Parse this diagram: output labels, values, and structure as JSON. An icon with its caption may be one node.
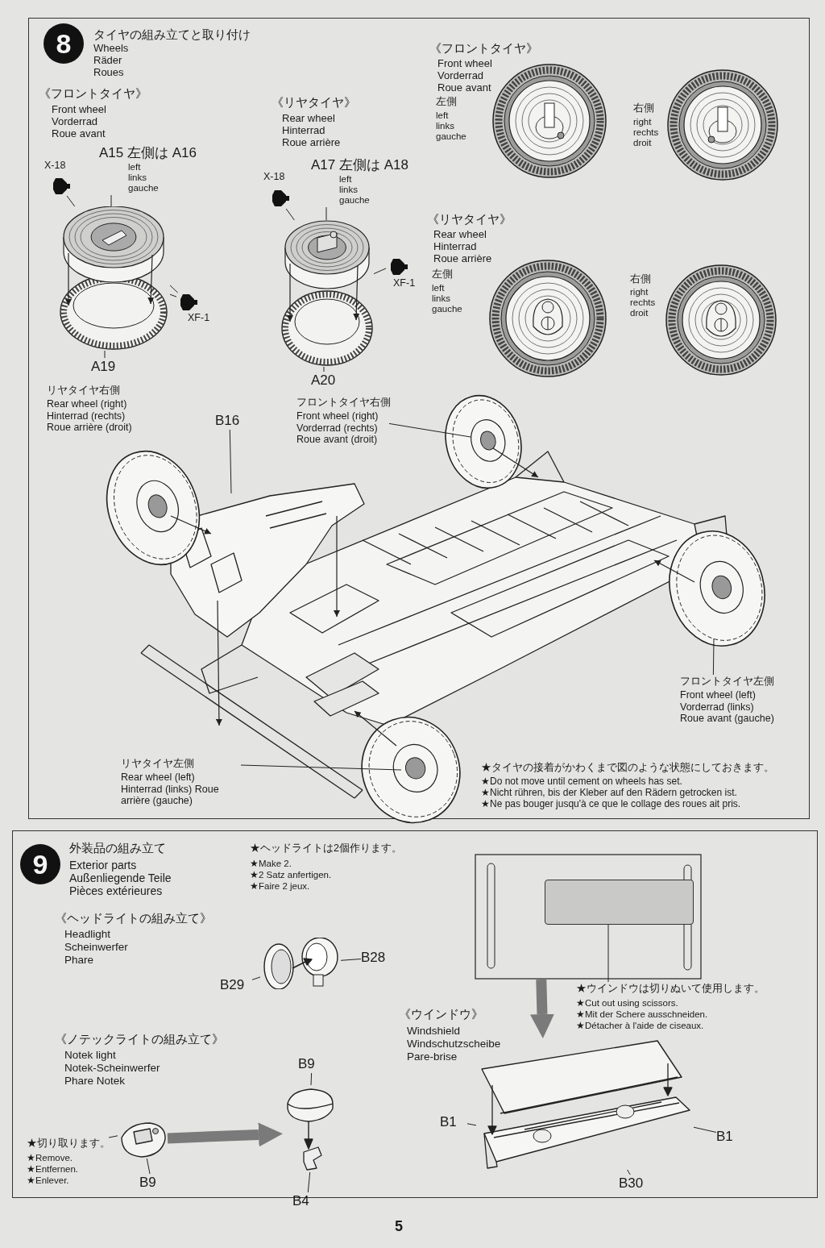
{
  "diagram": {
    "nodes": [
      {
        "text": [
          "タイヤの組み立てと取り付け",
          "Wheels Räder Roues"
        ]
      },
      {
        "text": [
          "8"
        ],
        "in": 0
      },
      {
        "text": [
          "A15 左側は A16",
          "left links gauche"
        ],
        "in": 0
      },
      {
        "text": [
          "A19"
        ],
        "in": 0
      },
      {
        "text": [
          "X-18"
        ],
        "in": 0
      },
      {
        "text": [
          "XF-1"
        ],
        "in": 0
      },
      {
        "text": [
          "A17 左側は A18",
          "left links gauche"
        ],
        "in": 0
      },
      {
        "text": [
          "A20"
        ],
        "in": 0
      },
      {
        "text": [
          "X-18"
        ],
        "in": 0
      },
      {
        "text": [
          "XF-1"
        ],
        "in": 0
      },
      {
        "text": [
          "B16"
        ],
        "in": 0
      },
      {
        "text": [
          "フロントタイヤ右側",
          "Front wheel (right) Vorderrad (rechts) Roue avant (droit)"
        ],
        "in": 0
      },
      {
        "text": [
          "フロントタイヤ左側",
          "Front wheel (left) Vorderrad (links) Roue avant (gauche)"
        ],
        "in": 0
      },
      {
        "text": [
          "リヤタイヤ左側",
          "Rear wheel (left) Hinterrad (links) Roue arrière (gauche)"
        ],
        "in": 0
      },
      {
        "text": [
          "外装品の組み立て",
          "Exterior parts Außenliegende Teile Pièces extérieures"
        ]
      },
      {
        "text": [
          "9"
        ],
        "in": 14
      },
      {
        "text": [],
        "shape": "picture",
        "in": 14
      },
      {
        "text": [
          "B28"
        ],
        "in": 14
      },
      {
        "text": [
          "B29"
        ],
        "in": 14
      },
      {
        "text": [
          "★切り取ります。",
          "★Remove.",
          "★Entfernen.",
          "★Enlever."
        ],
        "in": 14
      },
      {
        "text": [],
        "shape": "picture",
        "in": 14
      },
      {
        "text": [
          "B9"
        ],
        "in": 14
      },
      {
        "text": [],
        "shape": "picture",
        "in": 14
      },
      {
        "text": [
          "B9"
        ],
        "in": 14
      },
      {
        "text": [
          "B4"
        ],
        "in": 14
      },
      {
        "text": [],
        "shape": "picture",
        "in": 14
      },
      {
        "text": [],
        "shape": "box",
        "in": 25
      },
      {
        "text": [
          "★ウインドウは切りぬいて使用します。",
          "★Cut out using scissors.",
          "★Mit der Schere ausschneiden.",
          "★Détacher à l'aide de ciseaux."
        ],
        "in": 14
      },
      {
        "text": [],
        "shape": "picture",
        "in": 14
      },
      {
        "text": [
          "B1"
        ],
        "in": 14
      },
      {
        "text": [
          "B1"
        ],
        "in": 14
      },
      {
        "text": [
          "B30"
        ],
        "in": 14
      },
      {
        "text": [],
        "shape": "picture",
        "in": 0
      },
      {
        "text": [],
        "shape": "picture",
        "in": 0
      }
    ],
    "edges": [
      {
        "from": 2,
        "to": 32,
        "arrow": "none"
      },
      {
        "from": 3,
        "to": 32,
        "arrow": "none"
      },
      {
        "from": 4,
        "to": 32,
        "arrow": "none"
      },
      {
        "from": 5,
        "to": 32,
        "arrow": "none"
      },
      {
        "from": 5,
        "to": 32,
        "arrow": "none"
      },
      {
        "from": 6,
        "to": 33,
        "arrow": "none"
      },
      {
        "from": 7,
        "to": 33,
        "arrow": "none"
      },
      {
        "from": 8,
        "to": 33,
        "arrow": "none"
      },
      {
        "from": 9,
        "to": 33,
        "arrow": "none"
      },
      {
        "from": 10,
        "to": null,
        "arrow": "none"
      },
      {
        "from": 11,
        "to": null,
        "arrow": "none"
      },
      {
        "from": 12,
        "to": null,
        "arrow": "none"
      },
      {
        "from": 13,
        "to": null,
        "arrow": "none"
      },
      {
        "from": 17,
        "to": 16,
        "arrow": "none"
      },
      {
        "from": 18,
        "to": 16,
        "arrow": "none"
      },
      {
        "from": 19,
        "to": 20,
        "arrow": "none"
      },
      {
        "from": 21,
        "to": 20,
        "arrow": "none"
      },
      {
        "from": 20,
        "to": 22,
        "arrow": "to",
        "style": "thick",
        "color": "#7a7a7a"
      },
      {
        "from": 23,
        "to": 22,
        "arrow": "none"
      },
      {
        "from": 24,
        "to": 22,
        "arrow": "none"
      },
      {
        "from": 27,
        "to": 26,
        "arrow": "none"
      },
      {
        "from": 25,
        "to": 28,
        "arrow": "to",
        "style": "thick",
        "color": "#7a7a7a"
      },
      {
        "from": 29,
        "to": 28,
        "arrow": "none"
      },
      {
        "from": 30,
        "to": 28,
        "arrow": "none"
      },
      {
        "from": 31,
        "to": 28,
        "arrow": "none"
      }
    ],
    "labels": [
      "《フロントタイヤ》",
      "Front wheel Vorderrad Roue avant",
      "《リヤタイヤ》",
      "Rear wheel Hinterrad Roue arrière",
      "《フロントタイヤ》",
      "Front wheel Vorderrad Roue avant",
      "左側",
      "left links gauche",
      "右側",
      "right rechts droit",
      "《リヤタイヤ》",
      "Rear wheel Hinterrad Roue arrière",
      "左側",
      "left links gauche",
      "右側",
      "right rechts droit",
      "リヤタイヤ右側",
      "Rear wheel (right) Hinterrad (rechts) Roue arrière (droit)",
      "★タイヤの接着がかわくまで図のような状態にしておきます。",
      "★Do not move until cement on wheels has set.",
      "★Nicht rühren, bis der Kleber auf den Rädern getrocken ist.",
      "★Ne pas bouger jusqu'à ce que le collage des roues ait pris.",
      "★ヘッドライトは2個作ります。",
      "★Make 2.",
      "★2 Satz anfertigen.",
      "★Faire 2 jeux.",
      "《ヘッドライトの組み立て》",
      "Headlight Scheinwerfer Phare",
      "《ノテックライトの組み立て》",
      "Notek light Notek-Scheinwerfer Phare Notek",
      "《ウインドウ》",
      "Windshield Windschutzscheibe Pare-brise",
      "5"
    ]
  }
}
